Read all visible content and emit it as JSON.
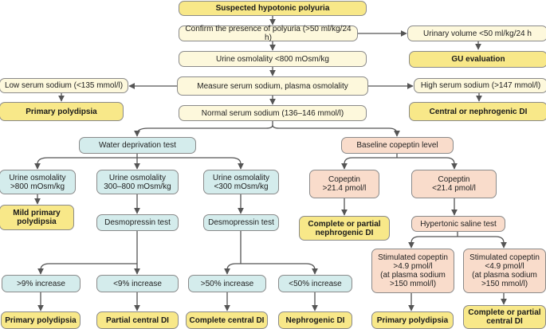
{
  "nodes": {
    "suspected": "Suspected hypotonic polyuria",
    "confirm": "Confirm the presence of polyuria (>50 ml/kg/24 h)",
    "urine_vol_low": "Urinary volume <50 ml/kg/24 h",
    "gu_eval": "GU evaluation",
    "urine_osm_800": "Urine osmolality <800 mOsm/kg",
    "measure_sodium": "Measure serum sodium, plasma osmolality",
    "low_sodium": "Low serum sodium (<135 mmol/l)",
    "high_sodium": "High serum sodium (>147 mmol/l)",
    "primary_polydipsia_top": "Primary polydipsia",
    "central_or_nephrogenic": "Central or nephrogenic DI",
    "normal_sodium": "Normal serum sodium (136–146 mmol/l)",
    "water_deprivation": "Water deprivation test",
    "baseline_copeptin": "Baseline copeptin level",
    "urine_osm_high": "Urine osmolality\n>800 mOsm/kg",
    "urine_osm_mid": "Urine osmolality\n300–800 mOsm/kg",
    "urine_osm_low": "Urine osmolality\n<300 mOsm/kg",
    "copeptin_high": "Copeptin\n>21.4 pmol/l",
    "copeptin_low": "Copeptin\n<21.4 pmol/l",
    "mild_primary": "Mild primary\npolydipsia",
    "desmo_1": "Desmopressin test",
    "desmo_2": "Desmopressin test",
    "complete_partial_neph": "Complete or partial\nnephrogenic DI",
    "hypertonic_saline": "Hypertonic saline test",
    "stim_copeptin_high": "Stimulated copeptin\n>4.9 pmol/l\n(at plasma sodium\n>150 mmol/l)",
    "stim_copeptin_low": "Stimulated copeptin\n<4.9 pmol/l\n(at plasma sodium\n>150 mmol/l)",
    "inc_gt9": ">9% increase",
    "inc_lt9": "<9% increase",
    "inc_gt50": ">50% increase",
    "inc_lt50": "<50% increase",
    "out_primary_polydipsia": "Primary polydipsia",
    "out_partial_central": "Partial central DI",
    "out_complete_central": "Complete central DI",
    "out_nephrogenic": "Nephrogenic DI",
    "out_primary_polydipsia_2": "Primary polydipsia",
    "out_complete_partial_central": "Complete or partial\ncentral DI"
  },
  "colors": {
    "cream": "#fdf8dc",
    "yellow": "#f8e889",
    "teal": "#d4ecec",
    "peach": "#f9dccb",
    "line": "#555555"
  }
}
